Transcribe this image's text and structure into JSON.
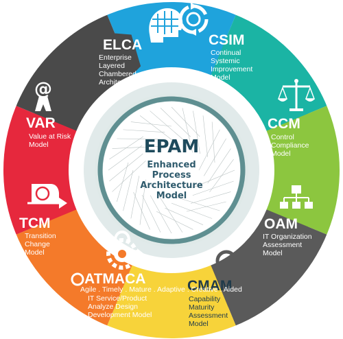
{
  "center": {
    "title": "EPAM",
    "subtitle_lines": [
      "Enhanced",
      "Process",
      "Architecture",
      "Model"
    ]
  },
  "segments": {
    "elca": {
      "title": "ELCA",
      "lines": [
        "Enterprise",
        "Layered",
        "Chambered",
        "Architecture"
      ],
      "color": "#1fa3dc",
      "icon": "head-network-icon"
    },
    "csim": {
      "title": "CSIM",
      "lines": [
        "Continual",
        "Systemic",
        "Improvement",
        "Model"
      ],
      "color": "#1bb4a4",
      "icon": "refresh-cycle-icon"
    },
    "ccm": {
      "title": "CCM",
      "lines": [
        "Control",
        "Compliance",
        "Model"
      ],
      "color": "#8cc63f",
      "icon": "balance-scale-icon"
    },
    "oam": {
      "title": "OAM",
      "lines": [
        "IT Organization",
        "Assessment",
        "Model"
      ],
      "color": "#5a5a5a",
      "icon": "org-chart-icon"
    },
    "cmam": {
      "title": "CMAM",
      "lines": [
        "Capability",
        "Maturity",
        "Assessment",
        "Model"
      ],
      "color": "#f7d33a",
      "icon": "magnifier-icon"
    },
    "atmaca": {
      "title": "ATMACA",
      "tagline": "Agile . Timely . Mature . Adaptive . Creative . Aided",
      "lines": [
        "IT Service/Product",
        "Analyze Design",
        "Development Model"
      ],
      "color": "#f47a2a",
      "icon": "gear-lock-icon"
    },
    "tcm": {
      "title": "TCM",
      "lines": [
        "Transition",
        "Change",
        "Model"
      ],
      "color": "#e6283d",
      "icon": "transition-arrow-icon"
    },
    "var": {
      "title": "VAR",
      "lines": [
        "Value at Risk",
        "Model"
      ],
      "color": "#4a4a4a",
      "icon": "at-person-icon"
    }
  }
}
